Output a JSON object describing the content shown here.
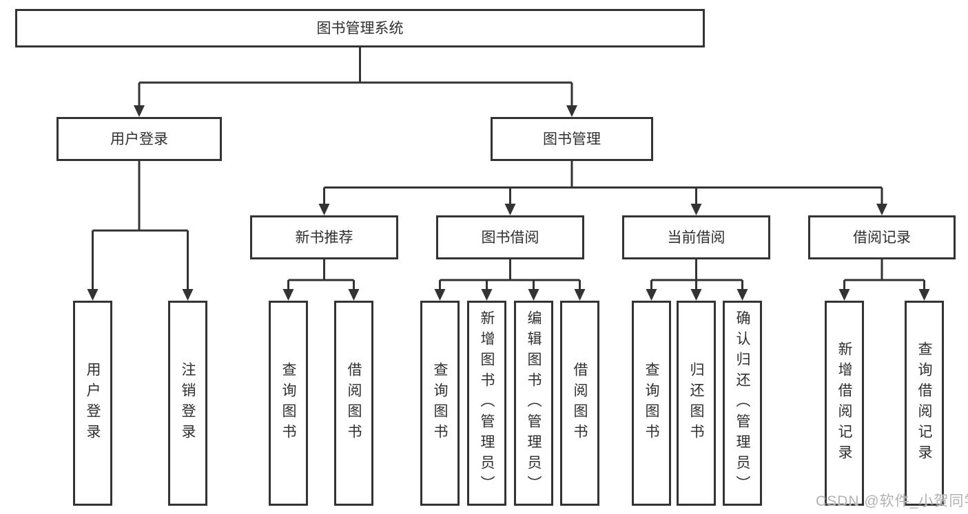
{
  "diagram": {
    "type": "tree",
    "root": {
      "label": "图书管理系统",
      "children": [
        {
          "label": "用户登录",
          "children": [
            {
              "label": "用户登录"
            },
            {
              "label": "注销登录"
            }
          ]
        },
        {
          "label": "图书管理",
          "children": [
            {
              "label": "新书推荐",
              "children": [
                {
                  "label": "查询图书"
                },
                {
                  "label": "借阅图书"
                }
              ]
            },
            {
              "label": "图书借阅",
              "children": [
                {
                  "label": "查询图书"
                },
                {
                  "label": "新增图书（管理员）"
                },
                {
                  "label": "编辑图书（管理员）"
                },
                {
                  "label": "借阅图书"
                }
              ]
            },
            {
              "label": "当前借阅",
              "children": [
                {
                  "label": "查询图书"
                },
                {
                  "label": "归还图书"
                },
                {
                  "label": "确认归还（管理员）"
                }
              ]
            },
            {
              "label": "借阅记录",
              "children": [
                {
                  "label": "新增借阅记录"
                },
                {
                  "label": "查询借阅记录"
                }
              ]
            }
          ]
        }
      ]
    }
  },
  "watermark": {
    "text": "CSDN @软件_小贺同学"
  },
  "colors": {
    "background": "#ffffff",
    "line": "#333333",
    "border": "#333333",
    "text": "#2f2f2f",
    "watermark": "#b2b2b2"
  }
}
